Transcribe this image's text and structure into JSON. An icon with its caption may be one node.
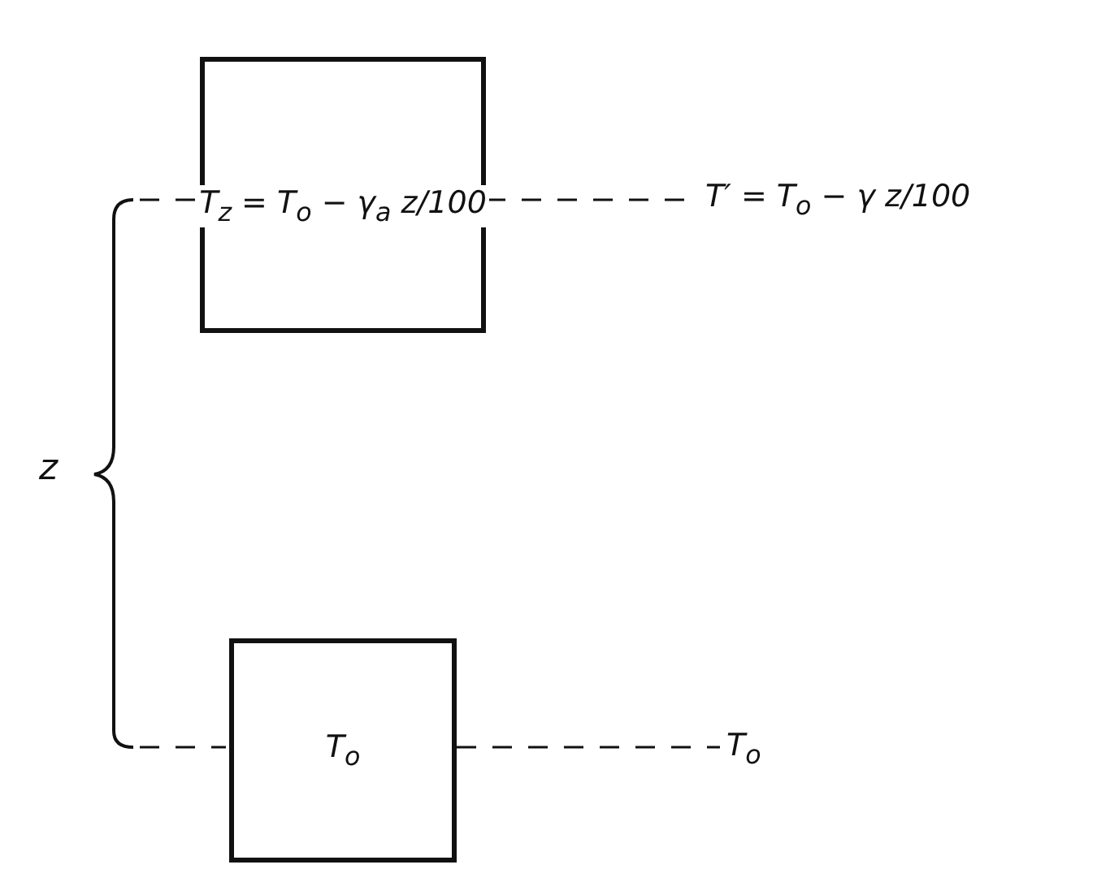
{
  "diagram": {
    "nodes": [
      {
        "text": [
          "T$_{z}$ = T$_{o}$ − γ$_{a}$ z/100"
        ]
      },
      {
        "text": [
          "T′ = T$_{o}$ − γ z/100"
        ]
      },
      {
        "text": [
          "T$_{o}$"
        ]
      },
      {
        "text": [
          "T$_{o}$"
        ]
      }
    ],
    "edges": [
      {
        "from": 0,
        "to": 1,
        "arrow": "none",
        "style": "dashed"
      },
      {
        "from": 2,
        "to": 3,
        "arrow": "none",
        "style": "dashed"
      }
    ],
    "labels": [
      "z"
    ]
  }
}
